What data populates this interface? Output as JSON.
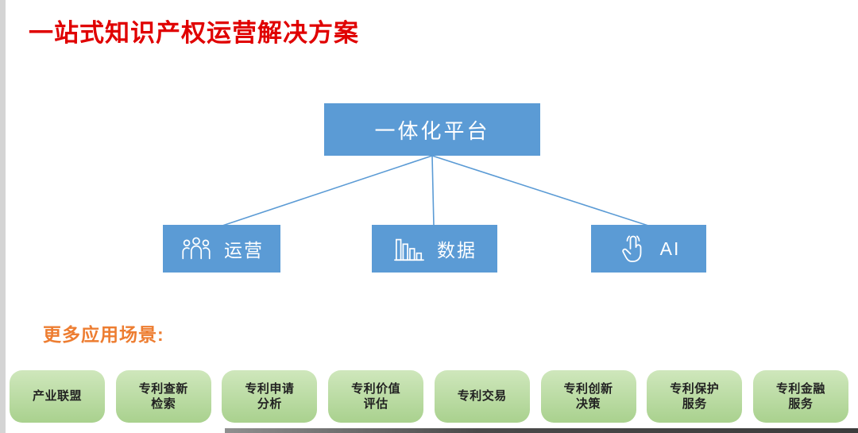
{
  "page": {
    "title": "一站式知识产权运营解决方案"
  },
  "diagram": {
    "root": {
      "label": "一体化平台"
    },
    "children": [
      {
        "label": "运营",
        "icon": "people-icon"
      },
      {
        "label": "数据",
        "icon": "bar-chart-icon"
      },
      {
        "label": "AI",
        "icon": "touch-icon"
      }
    ]
  },
  "scenarios": {
    "heading": "更多应用场景:",
    "items": [
      {
        "label": "产业联盟"
      },
      {
        "label": "专利查新\n检索"
      },
      {
        "label": "专利申请\n分析"
      },
      {
        "label": "专利价值\n评估"
      },
      {
        "label": "专利交易"
      },
      {
        "label": "专利创新\n决策"
      },
      {
        "label": "专利保护\n服务"
      },
      {
        "label": "专利金融\n服务"
      }
    ]
  },
  "colors": {
    "title_red": "#E00000",
    "box_blue": "#5B9BD5",
    "connector_blue": "#5B9BD5",
    "heading_orange": "#ED7D31",
    "pill_green_light": "#CFE7BC",
    "pill_green": "#A9D18E",
    "pill_text": "#222222"
  }
}
